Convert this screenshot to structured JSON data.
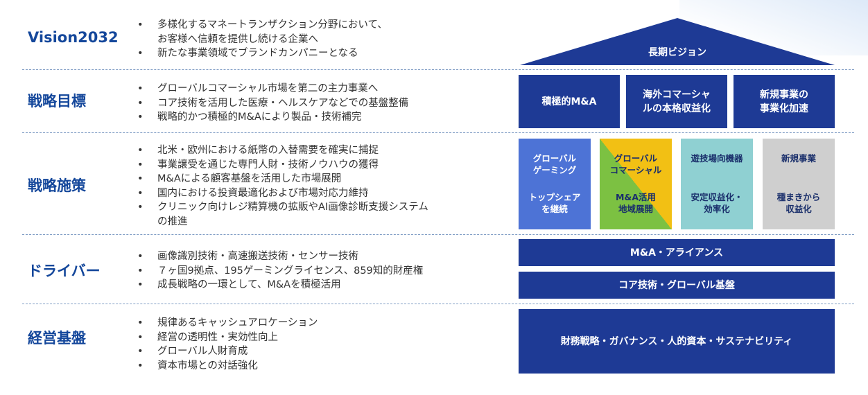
{
  "rows": [
    {
      "title": "Vision2032",
      "bullets": [
        "多様化するマネートランザクション分野において、\nお客様へ信頼を提供し続ける企業へ",
        "新たな事業領域でブランドカンパニーとなる"
      ]
    },
    {
      "title": "戦略目標",
      "bullets": [
        "グローバルコマーシャル市場を第二の主力事業へ",
        "コア技術を活用した医療・ヘルスケアなどでの基盤整備",
        "戦略的かつ積極的M&Aにより製品・技術補完"
      ]
    },
    {
      "title": "戦略施策",
      "bullets": [
        "北米・欧州における紙幣の入替需要を確実に捕捉",
        "事業譲受を通じた専門人財・技術ノウハウの獲得",
        "M&Aによる顧客基盤を活用した市場展開",
        "国内における投資最適化および市場対応力維持",
        "クリニック向けレジ精算機の拡販やAI画像診断支援システム\nの推進"
      ]
    },
    {
      "title": "ドライバー",
      "bullets": [
        "画像識別技術・高速搬送技術・センサー技術",
        "７ヶ国9拠点、195ゲーミングライセンス、859知的財産権",
        "成長戦略の一環として、M&Aを積極活用"
      ]
    },
    {
      "title": "経営基盤",
      "bullets": [
        "規律あるキャッシュアロケーション",
        "経営の透明性・実効性向上",
        "グローバル人財育成",
        "資本市場との対話強化"
      ]
    }
  ],
  "house": {
    "roof": "長期ビジョン",
    "goals": [
      "積極的M&A",
      "海外コマーシャ\nルの本格収益化",
      "新規事業の\n事業化加速"
    ],
    "pillars": [
      {
        "top": "グローバル\nゲーミング",
        "bottom": "トップシェア\nを継続",
        "color": "#4d73d6"
      },
      {
        "top": "グローバル\nコマーシャル",
        "bottom": "M&A活用\n地域展開",
        "color": "#7cc142",
        "color2": "#f2c014"
      },
      {
        "top": "遊技場向機器",
        "bottom": "安定収益化・\n効率化",
        "color": "#8fd0d2"
      },
      {
        "top": "新規事業",
        "bottom": "種まきから\n収益化",
        "color": "#cfcfcf"
      }
    ],
    "drivers": [
      "M&A・アライアンス",
      "コア技術・グローバル基盤"
    ],
    "foundation": "財務戦略・ガバナンス・人的資本・サステナビリティ"
  },
  "colors": {
    "navy": "#1e3a95",
    "title_blue": "#14479b"
  }
}
